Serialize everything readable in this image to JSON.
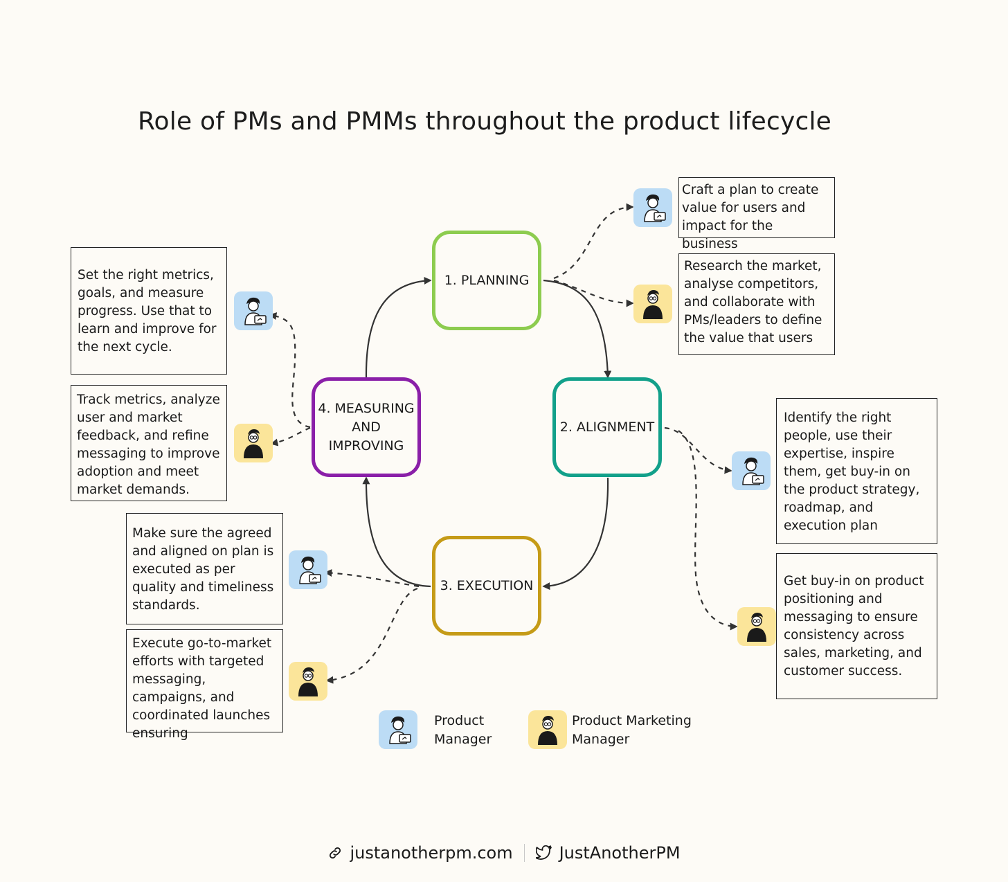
{
  "title": "Role of PMs and PMMs throughout the product lifecycle",
  "stages": {
    "planning": {
      "label": "1. PLANNING",
      "color": "#8dcc4f"
    },
    "alignment": {
      "label": "2. ALIGNMENT",
      "color": "#12a08a"
    },
    "execution": {
      "label": "3. EXECUTION",
      "color": "#c59b17"
    },
    "measuring": {
      "label": "4. MEASURING\nAND\nIMPROVING",
      "color": "#8a1fa8"
    }
  },
  "notes": {
    "planning_pm": "Craft a plan to create value for users and impact for the business",
    "planning_pmm": "Research the market, analyse competitors, and collaborate with PMs/leaders to define the value that users",
    "alignment_pm": "Identify the right people, use their expertise, inspire them, get buy-in on the product strategy, roadmap, and execution plan",
    "alignment_pmm": "Get buy-in on product positioning and messaging to ensure consistency across sales, marketing, and customer success.",
    "execution_pm": "Make sure the agreed and aligned on plan is executed as per quality and timeliness standards.",
    "execution_pmm": "Execute go-to-market efforts with targeted messaging, campaigns, and coordinated launches ensuring",
    "measuring_pm": "Set the right metrics, goals, and measure progress. Use that to learn and improve for the next cycle.",
    "measuring_pmm": "Track metrics, analyze user and market feedback, and refine messaging to improve adoption and meet market demands."
  },
  "legend": {
    "pm_label": "Product\nManager",
    "pmm_label": "Product Marketing\nManager",
    "pm_color": "#bcdcf5",
    "pmm_color": "#fbe59a"
  },
  "footer": {
    "website": "justanotherpm.com",
    "twitter": "JustAnotherPM",
    "link_icon": "link-icon",
    "twitter_icon": "twitter-bird-icon"
  }
}
